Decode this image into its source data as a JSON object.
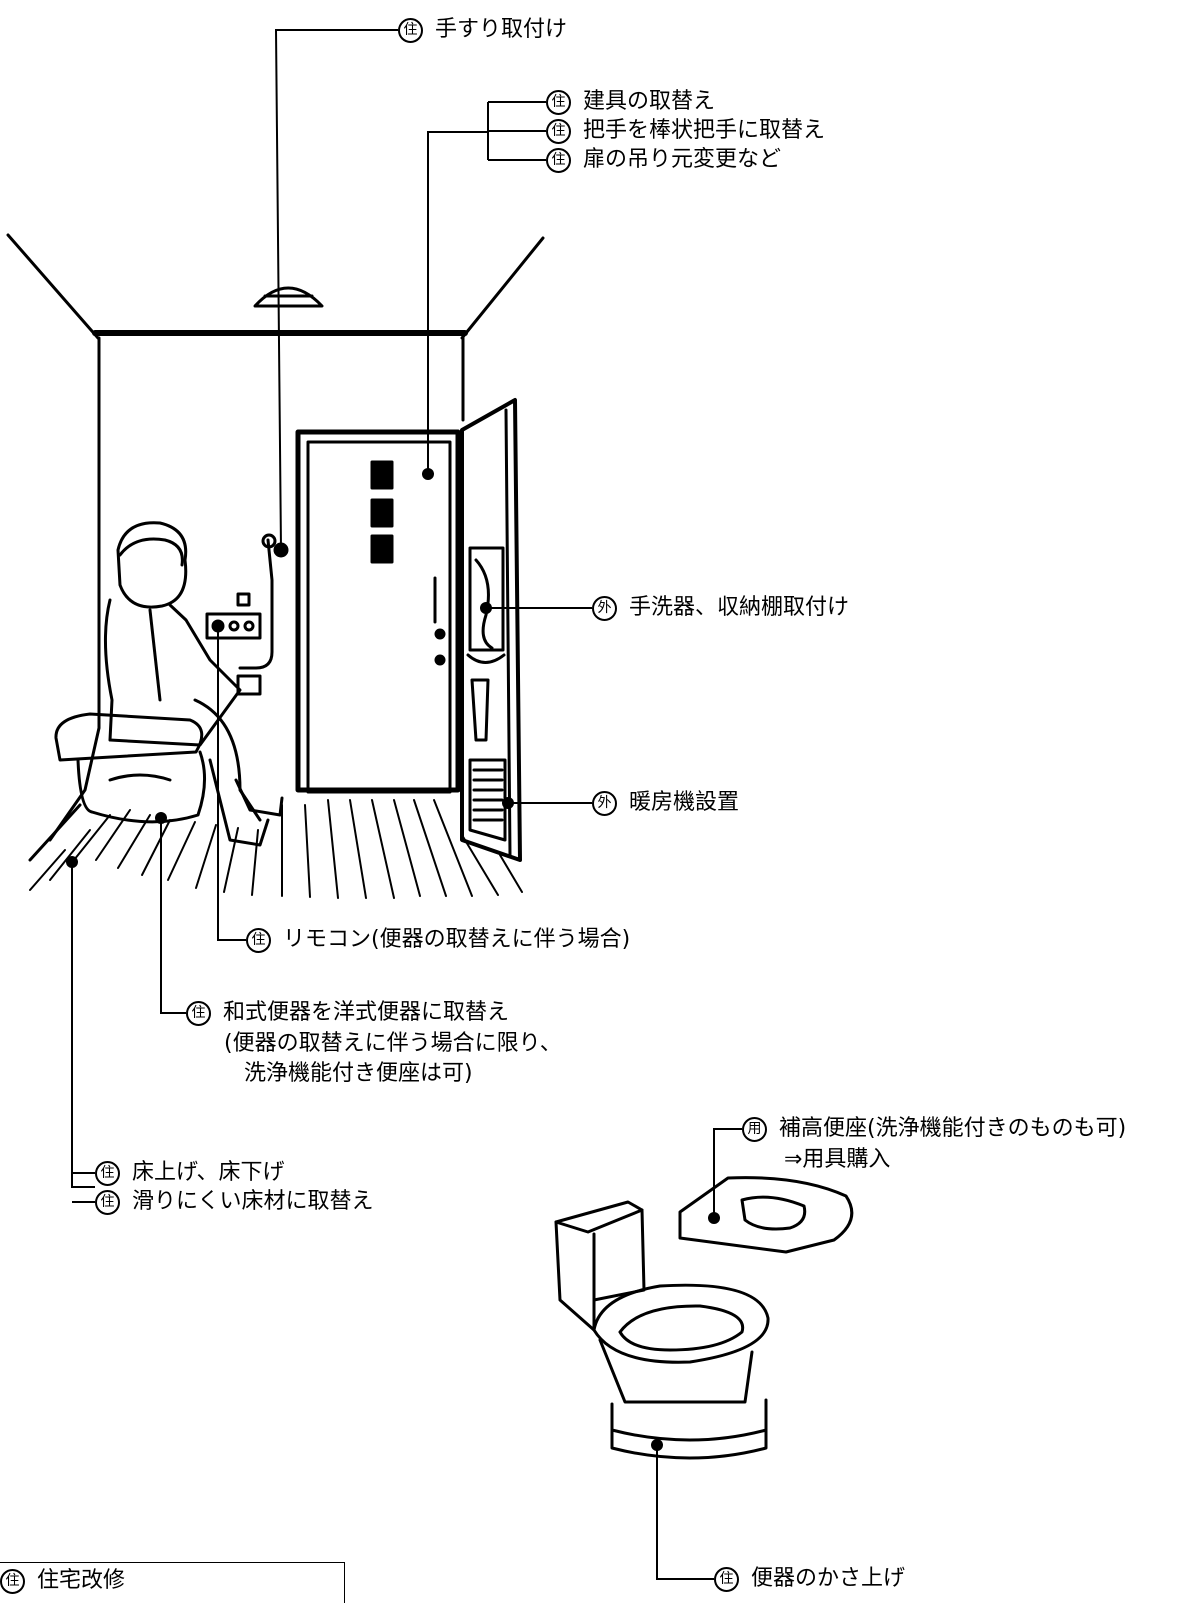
{
  "badges": {
    "ju": "住",
    "gai": "外",
    "yo": "用"
  },
  "labels": {
    "handrail": "手すり取付け",
    "fixture_replace": "建具の取替え",
    "bar_handle": "把手を棒状把手に取替え",
    "door_hinge": "扉の吊り元変更など",
    "hand_washer": "手洗器、収納棚取付け",
    "heater": "暖房機設置",
    "remote": "リモコン(便器の取替えに伴う場合)",
    "western_toilet_1": "和式便器を洋式便器に取替え",
    "western_toilet_2": "(便器の取替えに伴う場合に限り、",
    "western_toilet_3": "洗浄機能付き便座は可)",
    "floor_raise": "床上げ、床下げ",
    "non_slip_floor": "滑りにくい床材に取替え",
    "raised_seat_1": "補高便座(洗浄機能付きのものも可)",
    "raised_seat_2": "⇒用具購入",
    "toilet_raise": "便器のかさ上げ",
    "legend_ju": "住宅改修"
  }
}
